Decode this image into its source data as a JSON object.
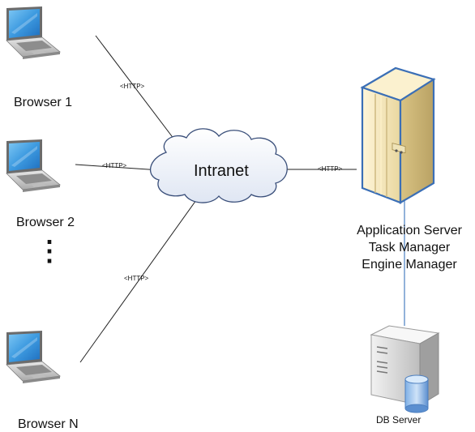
{
  "browsers": [
    {
      "label": "Browser 1"
    },
    {
      "label": "Browser 2"
    },
    {
      "label": "Browser N"
    }
  ],
  "ellipsis": "⋮",
  "network": {
    "label": "Intranet"
  },
  "protocol_label": "<HTTP>",
  "app_server": {
    "lines": [
      "Application Server",
      "Task Manager",
      "Engine Manager"
    ]
  },
  "db_server": {
    "label": "DB Server"
  },
  "colors": {
    "cloud_fill": "#eef2fa",
    "cloud_stroke": "#3a4f7a",
    "server_body": "#f2e6bf",
    "server_outline": "#3b6fb6",
    "link_line": "#222222",
    "db_link": "#4a7fc0",
    "screen": "#4aa6e6"
  }
}
